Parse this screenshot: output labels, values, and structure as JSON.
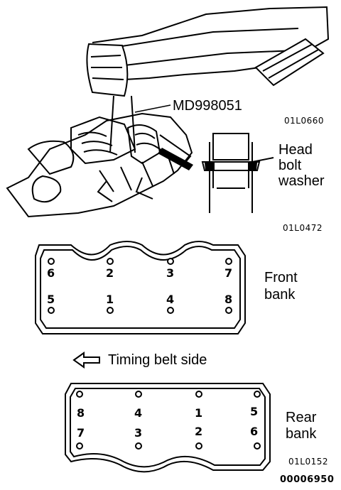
{
  "top_figure": {
    "tool_label": "MD998051",
    "fig_code": "01L0660"
  },
  "washer_figure": {
    "label_line1": "Head",
    "label_line2": "bolt",
    "label_line3": "washer",
    "fig_code": "01L0472"
  },
  "front_bank": {
    "title_line1": "Front",
    "title_line2": "bank",
    "top_row": [
      "6",
      "2",
      "3",
      "7"
    ],
    "bottom_row": [
      "5",
      "1",
      "4",
      "8"
    ]
  },
  "direction": {
    "label": "Timing belt side",
    "icon": "arrow-left-outline-icon"
  },
  "rear_bank": {
    "title_line1": "Rear",
    "title_line2": "bank",
    "top_row": [
      "8",
      "4",
      "1",
      "5"
    ],
    "bottom_row": [
      "7",
      "3",
      "2",
      "6"
    ],
    "fig_code": "01L0152"
  },
  "doc_code": "00006950"
}
